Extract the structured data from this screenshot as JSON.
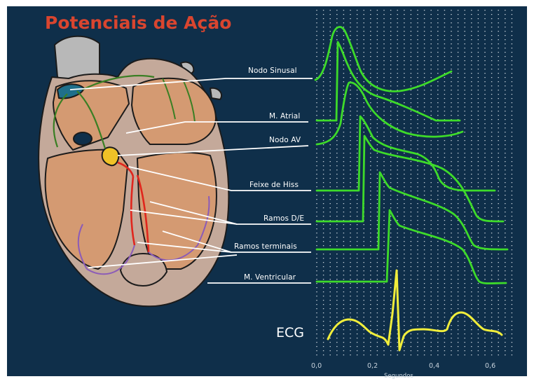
{
  "title": "Potenciais de Ação",
  "labels": {
    "nodo_sinusal": "Nodo Sinusal",
    "m_atrial": "M. Atrial",
    "nodo_av": "Nodo AV",
    "feixe_de_hiss": "Feixe de Hiss",
    "ramos_de": "Ramos D/E",
    "ramos_terminais": "Ramos terminais",
    "m_ventricular": "M. Ventricular"
  },
  "ecg_label": "ECG",
  "time_axis": {
    "title": "Segundos",
    "ticks": [
      "0,0",
      "0,2",
      "0,4",
      "0,6"
    ]
  },
  "colors": {
    "background": "#0f2f4a",
    "title": "#d9452f",
    "trace": "#3edb2a",
    "ecg": "#f1ee3b",
    "heart_fill": "#c4a99a",
    "heart_outline": "#1b1b1b",
    "conduction_green": "#3a7f24",
    "conduction_red": "#e0261d",
    "purkinje": "#8b5bb8"
  }
}
